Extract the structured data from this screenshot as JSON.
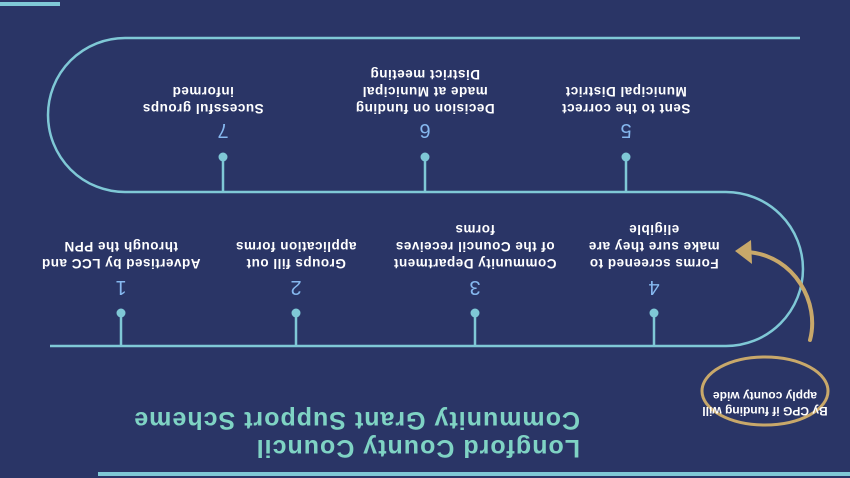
{
  "title": {
    "line1": "Longford County Council",
    "line2": "Community Grant Support Scheme"
  },
  "steps": [
    {
      "number": "1",
      "text": "Advertised by LCC and through the PPN"
    },
    {
      "number": "2",
      "text": "Groups fill out application forms"
    },
    {
      "number": "3",
      "text": "Community Department of the Council receives forms"
    },
    {
      "number": "4",
      "text": "Forms screened to make sure they are eligible"
    },
    {
      "number": "5",
      "text": "Sent to the correct Municipal District"
    },
    {
      "number": "6",
      "text": "Decision on funding made at Municipal District meeting"
    },
    {
      "number": "7",
      "text": "Sucessful groups informed"
    }
  ],
  "note": "By CPG if funding will apply county wide",
  "colors": {
    "background": "#2a3566",
    "line": "#7fc8d6",
    "title": "#7fd3c4",
    "number": "#86b8ef",
    "accent": "#c8a86a"
  }
}
